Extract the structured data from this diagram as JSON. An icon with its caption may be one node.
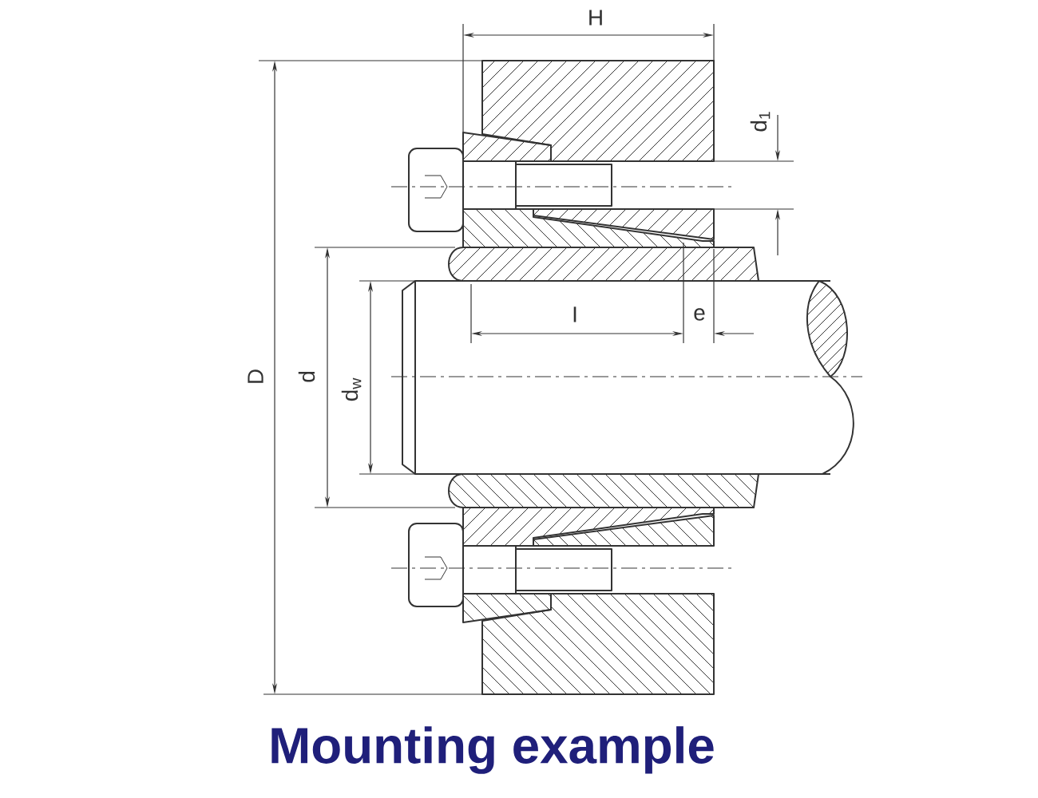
{
  "diagram": {
    "caption": "Mounting example",
    "labels": [
      "H",
      "d$_{1}$",
      "D",
      "d",
      "d$_{w}$",
      "I",
      "e"
    ]
  }
}
